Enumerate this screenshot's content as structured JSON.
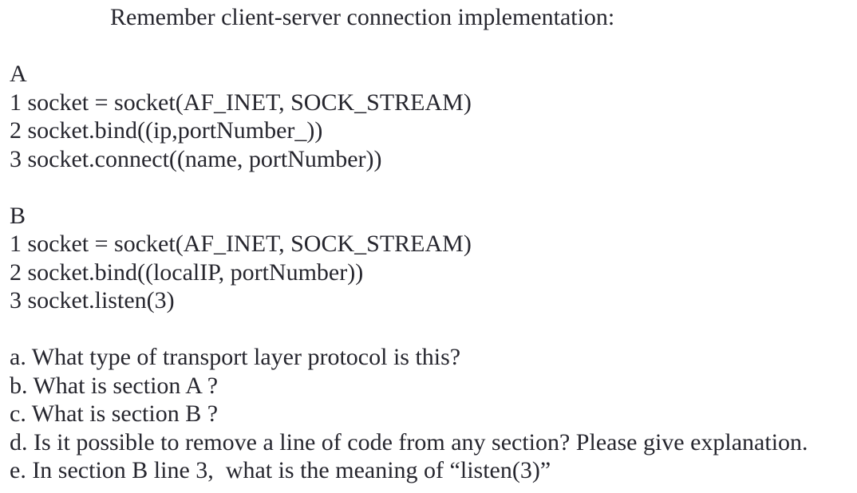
{
  "doc": {
    "title": "Remember client-server connection implementation:",
    "sections": [
      {
        "label": "A",
        "lines": [
          "1 socket = socket(AF_INET, SOCK_STREAM)",
          "2 socket.bind((ip,portNumber_))",
          "3 socket.connect((name, portNumber))"
        ]
      },
      {
        "label": "B",
        "lines": [
          "1 socket = socket(AF_INET, SOCK_STREAM)",
          "2 socket.bind((localIP, portNumber))",
          "3 socket.listen(3)"
        ]
      }
    ],
    "questions": [
      "a. What type of transport layer protocol is this?",
      "b. What is section A ?",
      "c. What is section B ?",
      "d. Is it possible to remove a line of code from any section? Please give explanation.",
      "e. In section B line 3,  what is the meaning of “listen(3)”"
    ]
  },
  "colors": {
    "text": "#26262e",
    "background": "#ffffff"
  }
}
